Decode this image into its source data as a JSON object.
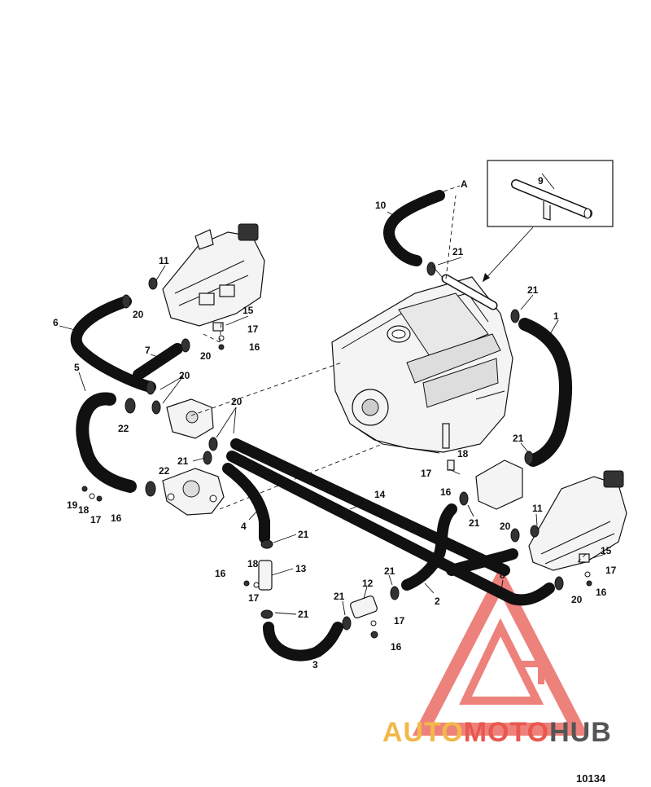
{
  "figure_number": "10134",
  "watermark": {
    "part1": "AUTO",
    "part2": "MOTO",
    "part3": "HUB",
    "colors": {
      "auto": "#f2b84c",
      "moto": "#e8584f",
      "hub": "#555555",
      "logo": "#e8584f"
    }
  },
  "connector_label": "A",
  "callouts": [
    {
      "id": "c1",
      "label": "1"
    },
    {
      "id": "c2",
      "label": "2"
    },
    {
      "id": "c3",
      "label": "3"
    },
    {
      "id": "c4",
      "label": "4"
    },
    {
      "id": "c5",
      "label": "5"
    },
    {
      "id": "c6",
      "label": "6"
    },
    {
      "id": "c7",
      "label": "7"
    },
    {
      "id": "c8",
      "label": "8"
    },
    {
      "id": "c9",
      "label": "9"
    },
    {
      "id": "c10",
      "label": "10"
    },
    {
      "id": "c11a",
      "label": "11"
    },
    {
      "id": "c11b",
      "label": "11"
    },
    {
      "id": "c12",
      "label": "12"
    },
    {
      "id": "c13",
      "label": "13"
    },
    {
      "id": "c14",
      "label": "14"
    },
    {
      "id": "c15a",
      "label": "15"
    },
    {
      "id": "c15b",
      "label": "15"
    },
    {
      "id": "c16a",
      "label": "16"
    },
    {
      "id": "c16b",
      "label": "16"
    },
    {
      "id": "c16c",
      "label": "16"
    },
    {
      "id": "c16d",
      "label": "16"
    },
    {
      "id": "c16e",
      "label": "16"
    },
    {
      "id": "c16f",
      "label": "16"
    },
    {
      "id": "c17a",
      "label": "17"
    },
    {
      "id": "c17b",
      "label": "17"
    },
    {
      "id": "c17c",
      "label": "17"
    },
    {
      "id": "c17d",
      "label": "17"
    },
    {
      "id": "c17e",
      "label": "17"
    },
    {
      "id": "c17f",
      "label": "17"
    },
    {
      "id": "c18a",
      "label": "18"
    },
    {
      "id": "c18b",
      "label": "18"
    },
    {
      "id": "c18c",
      "label": "18"
    },
    {
      "id": "c19",
      "label": "19"
    },
    {
      "id": "c20a",
      "label": "20"
    },
    {
      "id": "c20b",
      "label": "20"
    },
    {
      "id": "c20c",
      "label": "20"
    },
    {
      "id": "c20d",
      "label": "20"
    },
    {
      "id": "c20e",
      "label": "20"
    },
    {
      "id": "c20f",
      "label": "20"
    },
    {
      "id": "c21a",
      "label": "21"
    },
    {
      "id": "c21b",
      "label": "21"
    },
    {
      "id": "c21c",
      "label": "21"
    },
    {
      "id": "c21d",
      "label": "21"
    },
    {
      "id": "c21e",
      "label": "21"
    },
    {
      "id": "c21f",
      "label": "21"
    },
    {
      "id": "c21g",
      "label": "21"
    },
    {
      "id": "c21h",
      "label": "21"
    },
    {
      "id": "c21i",
      "label": "21"
    },
    {
      "id": "c22a",
      "label": "22"
    },
    {
      "id": "c22b",
      "label": "22"
    }
  ]
}
